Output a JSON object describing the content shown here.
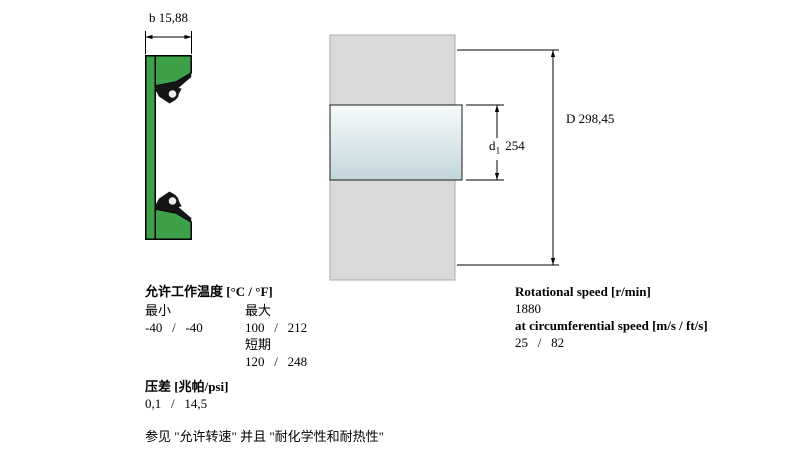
{
  "colors": {
    "seal_green": "#3fa04a",
    "seal_dark": "#151515",
    "spring_fill": "#e9f1e9",
    "housing_gray": "#d9d9d9",
    "housing_edge": "#ababab",
    "shaft_light": "#f7fbfb",
    "shaft_dark": "#c2d6db",
    "line": "#000000"
  },
  "drawings": {
    "seal": {
      "width_label": "b 15,88"
    },
    "installation": {
      "outer_diameter_label": "D 298,45",
      "shaft_diameter": {
        "prefix": "d",
        "subscript": "1",
        "value": "254"
      }
    }
  },
  "specs": {
    "temperature": {
      "title": "允许工作温度 [°C / °F]",
      "min_label": "最小",
      "min_value": "-40   /   -40",
      "max_label": "最大",
      "max_value": "100   /   212",
      "short_term_label": "短期",
      "short_term_value": "120   /   248"
    },
    "pressure": {
      "title": "压差 [兆帕/psi]",
      "value": "0,1   /   14,5"
    },
    "note": "参见 \"允许转速\" 并且 \"耐化学性和耐热性\"",
    "rotational_speed": {
      "title": "Rotational speed [r/min]",
      "value": "1880",
      "circumferential_title": "at circumferential speed [m/s / ft/s]",
      "circumferential_value": "25   /   82"
    }
  }
}
